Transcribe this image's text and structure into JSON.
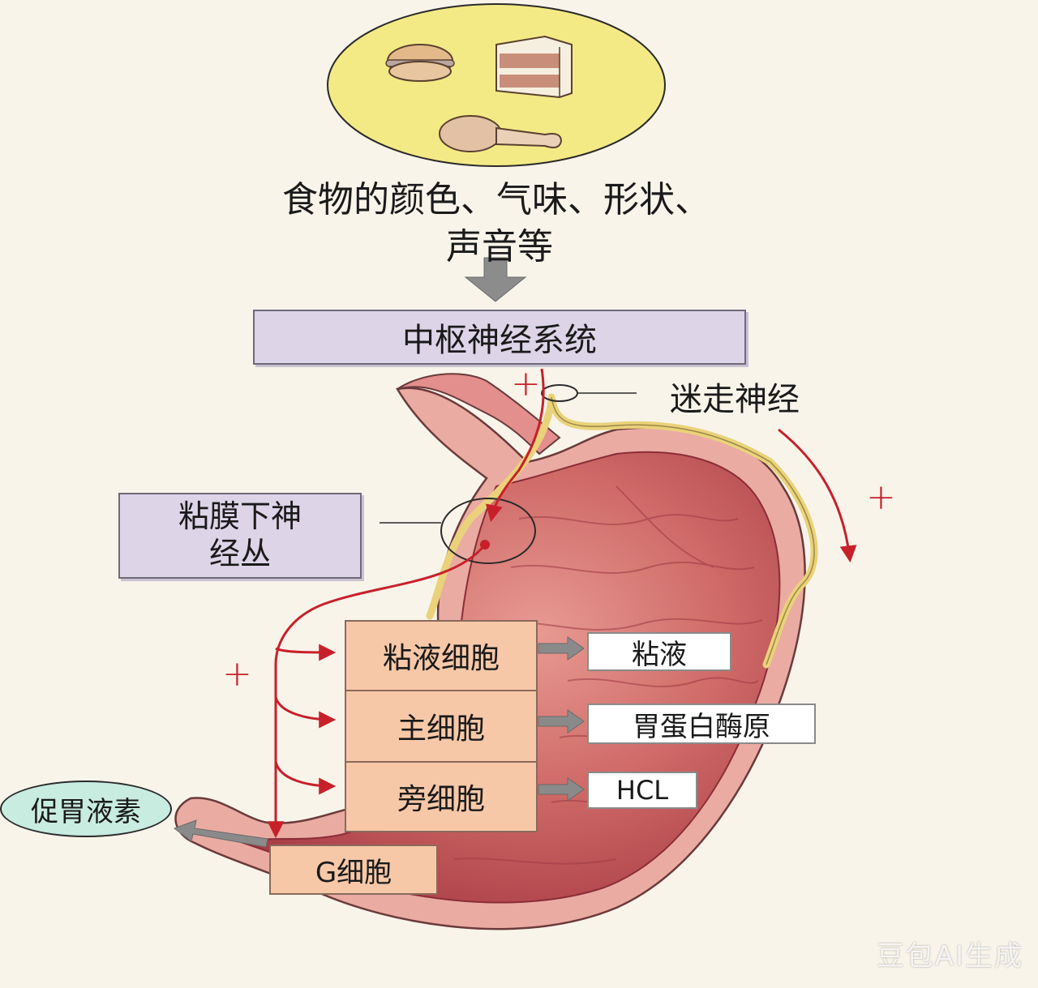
{
  "stimulus": {
    "line1": "食物的颜色、气味、形状、",
    "line2": "声音等"
  },
  "cns": "中枢神经系统",
  "vagus": "迷走神经",
  "submucosal": {
    "line1": "粘膜下神",
    "line2": "经丛"
  },
  "cells": {
    "mucous": "粘液细胞",
    "chief": "主细胞",
    "parietal": "旁细胞",
    "g": "G细胞"
  },
  "products": {
    "mucus": "粘液",
    "pepsinogen": "胃蛋白酶原",
    "hcl": "HCL"
  },
  "gastrin": "促胃液素",
  "plus_sign": "+",
  "watermark": "豆包AI生成",
  "colors": {
    "background": "#f8f4ea",
    "food_oval": "#f3ea86",
    "label_box": "#ddd4e8",
    "cell_box": "#f7c8a8",
    "stomach_wall": "#e9a79f",
    "stomach_inner": "#c4555a",
    "nerve": "#e9d27a",
    "arrow_red": "#c8202a",
    "arrow_gray": "#8a8a8a",
    "gastrin_oval": "#c8ecdf"
  }
}
